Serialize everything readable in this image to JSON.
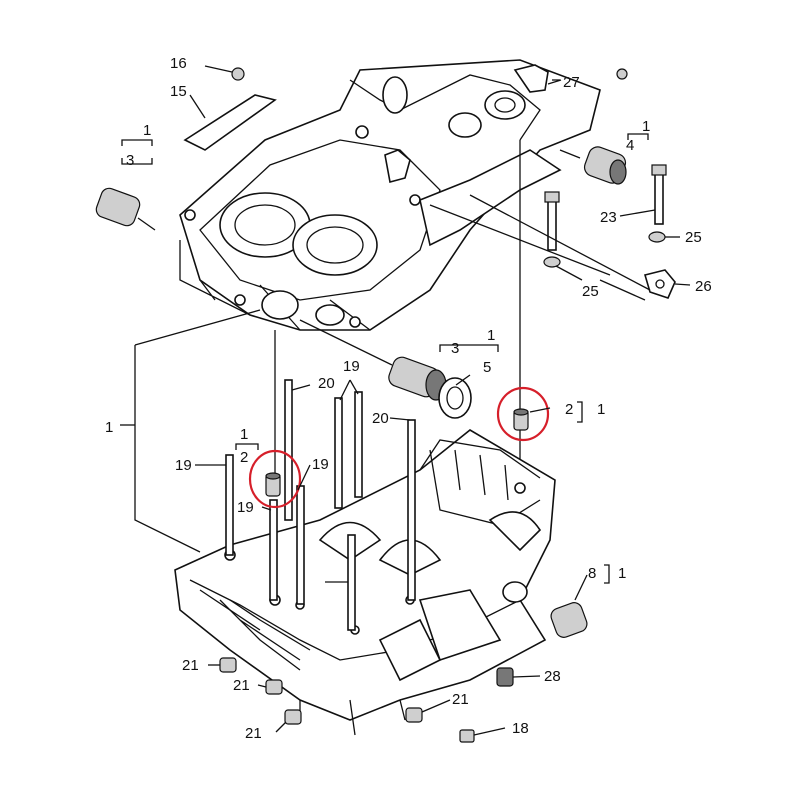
{
  "labels": {
    "l1_top": "1",
    "l3_top": "3",
    "l15": "15",
    "l16": "16",
    "l27": "27",
    "l4": "4",
    "l1_r4": "1",
    "l23": "23",
    "l25a": "25",
    "l25b": "25",
    "l26": "26",
    "l1_mid": "1",
    "l3_mid": "3",
    "l5": "5",
    "l19a": "19",
    "l20a": "20",
    "l2_r": "2",
    "l1_r2": "1",
    "l20b": "20",
    "l19b": "19",
    "l19c": "19",
    "l2_l": "2",
    "l1_l2": "1",
    "l19d": "19",
    "l1_left": "1",
    "l8": "8",
    "l1_r8": "1",
    "l21a": "21",
    "l21b": "21",
    "l21c": "21",
    "l21d": "21",
    "l28": "28",
    "l18": "18"
  },
  "colors": {
    "line": "#111111",
    "highlight": "#d61f2a",
    "background": "#ffffff"
  }
}
